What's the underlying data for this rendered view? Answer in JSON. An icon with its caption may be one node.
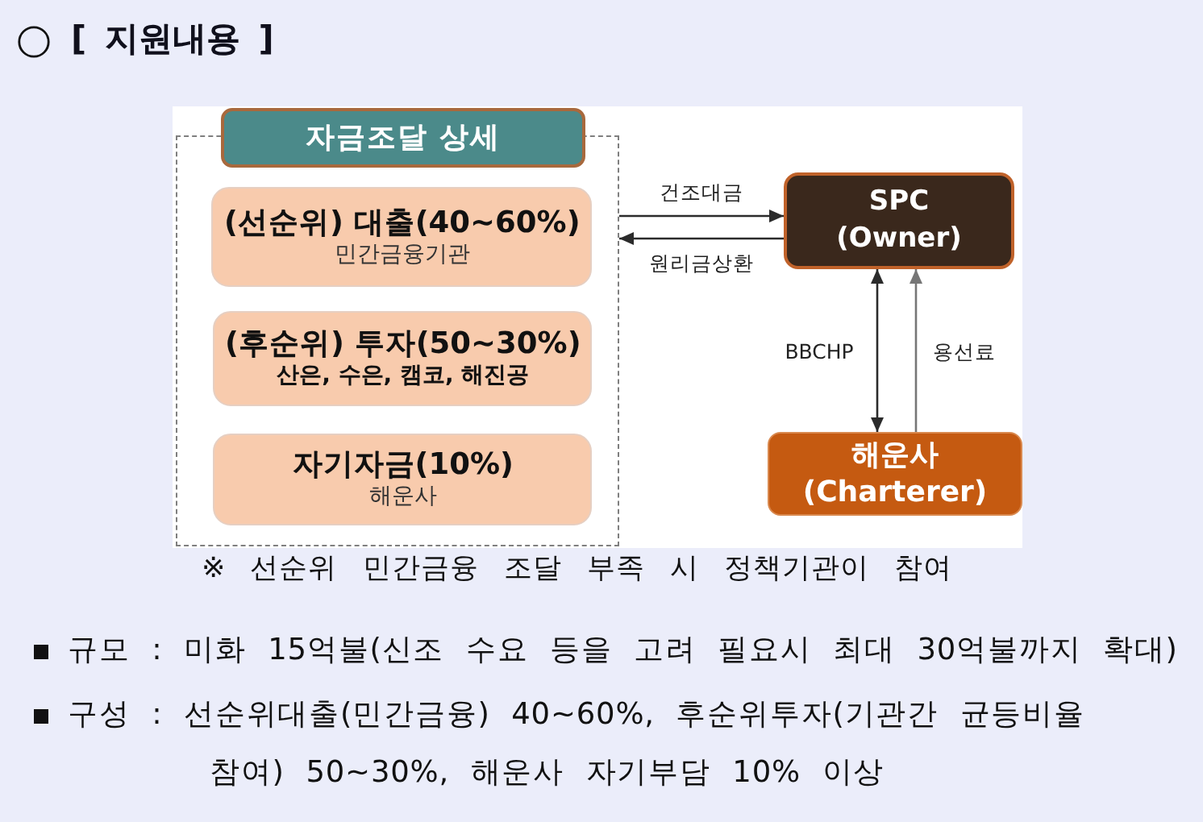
{
  "diagram": {
    "title": "[ 지원내용 ]",
    "nodes": [
      {
        "text": [],
        "shape": "box"
      },
      {
        "text": [
          "자금조달 상세"
        ]
      },
      {
        "text": [
          "(선순위) 대출(40~60%)",
          "민간금융기관"
        ],
        "in": 0
      },
      {
        "text": [
          "(후순위) 투자(50~30%)",
          "산은, 수은, 캠코, 해진공"
        ],
        "in": 0
      },
      {
        "text": [
          "자기자금(10%)",
          "해운사"
        ],
        "in": 0
      },
      {
        "text": [
          "SPC (Owner)"
        ]
      },
      {
        "text": [
          "해운사 (Charterer)"
        ]
      }
    ],
    "edges": [
      {
        "from": 0,
        "to": 5,
        "arrow": "to",
        "label": "건조대금"
      },
      {
        "from": 5,
        "to": 0,
        "arrow": "to",
        "label": "원리금상환"
      },
      {
        "from": 5,
        "to": 6,
        "arrow": "both",
        "label": "BBCHP"
      },
      {
        "from": 6,
        "to": 5,
        "arrow": "to",
        "label": "용선료",
        "color": "#767676"
      }
    ],
    "labels": [
      "※ 선순위 민간금융 조달 부족 시 정책기관이 참여",
      "규모 : 미화 15억불(신조 수요 등을 고려 필요시 최대 30억불까지 확대)",
      "구성 : 선순위대출(민간금융) 40~60%, 후순위투자(기관간 균등비율 참여) 50~30%, 해운사 자기부담 10% 이상"
    ]
  }
}
